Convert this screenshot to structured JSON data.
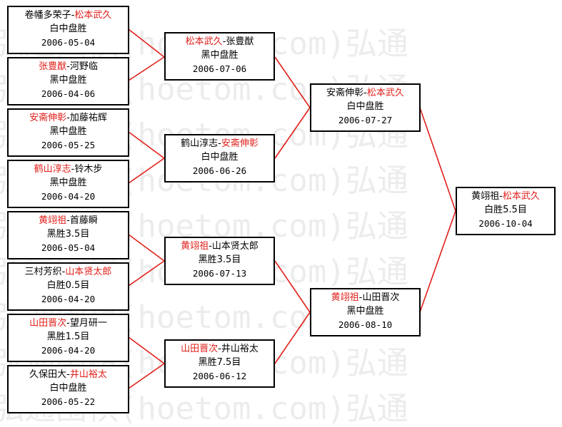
{
  "watermark": "弘通围棋(hoetom.com)弘通",
  "colors": {
    "winner": "#e0201a",
    "line": "#e0201a",
    "border": "#000000"
  },
  "matches": {
    "r1": [
      {
        "p1": "卷幡多荣子",
        "p2": "松本武久",
        "winner": "p2",
        "result": "白中盘胜",
        "date": "2006-05-04"
      },
      {
        "p1": "张豊猷",
        "p2": "河野临",
        "winner": "p1",
        "result": "黑中盘胜",
        "date": "2006-04-06"
      },
      {
        "p1": "安斋伸彰",
        "p2": "加藤祐辉",
        "winner": "p1",
        "result": "黑中盘胜",
        "date": "2006-05-25"
      },
      {
        "p1": "鹤山淳志",
        "p2": "铃木步",
        "winner": "p1",
        "result": "黑中盘胜",
        "date": "2006-04-20"
      },
      {
        "p1": "黄翊祖",
        "p2": "首藤瞬",
        "winner": "p1",
        "result": "黑胜3.5目",
        "date": "2006-05-04"
      },
      {
        "p1": "三村芳织",
        "p2": "山本贤太郎",
        "winner": "p2",
        "result": "白胜0.5目",
        "date": "2006-04-20"
      },
      {
        "p1": "山田晋次",
        "p2": "望月研一",
        "winner": "p1",
        "result": "黑胜1.5目",
        "date": "2006-04-20"
      },
      {
        "p1": "久保田大",
        "p2": "井山裕太",
        "winner": "p2",
        "result": "白中盘胜",
        "date": "2006-05-22"
      }
    ],
    "r2": [
      {
        "p1": "松本武久",
        "p2": "张豊猷",
        "winner": "p1",
        "result": "黑中盘胜",
        "date": "2006-07-06"
      },
      {
        "p1": "鹤山淳志",
        "p2": "安斋伸彰",
        "winner": "p2",
        "result": "白中盘胜",
        "date": "2006-06-26"
      },
      {
        "p1": "黄翊祖",
        "p2": "山本贤太郎",
        "winner": "p1",
        "result": "黑胜3.5目",
        "date": "2006-07-13"
      },
      {
        "p1": "山田晋次",
        "p2": "井山裕太",
        "winner": "p1",
        "result": "黑胜7.5目",
        "date": "2006-06-12"
      }
    ],
    "r3": [
      {
        "p1": "安斋伸彰",
        "p2": "松本武久",
        "winner": "p2",
        "result": "白中盘胜",
        "date": "2006-07-27"
      },
      {
        "p1": "黄翊祖",
        "p2": "山田晋次",
        "winner": "p1",
        "result": "黑中盘胜",
        "date": "2006-08-10"
      }
    ],
    "r4": [
      {
        "p1": "黄翊祖",
        "p2": "松本武久",
        "winner": "p2",
        "result": "白胜5.5目",
        "date": "2006-10-04"
      }
    ]
  }
}
